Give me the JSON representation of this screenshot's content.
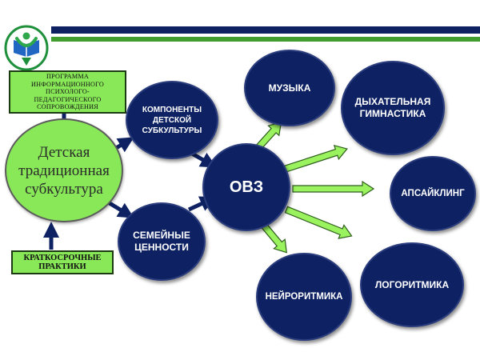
{
  "header": {
    "dark_color": "#0e2263",
    "green_color": "#3f9e2d",
    "logo_icon": "education-book-person-logo"
  },
  "colors": {
    "navy": "#0e2263",
    "green": "#88e858",
    "green_arrow_fill": "#9af25e",
    "green_arrow_stroke": "#2e5e1c"
  },
  "boxes": {
    "program": "Программа информационного психолого-педагогического сопровождения",
    "short_practices": "Краткосрочные практики"
  },
  "nodes": {
    "traditional": "Детская традиционная субкультура",
    "components": "Компоненты детской субкультуры",
    "family": "Семейные ценности",
    "ovz": "ОВЗ",
    "music": "Музыка",
    "breathing": "Дыхательная гимнастика",
    "upsy": "Апсайклинг",
    "logorhythm": "Логоритмика",
    "neurorhythm": "Нейроритмика"
  }
}
